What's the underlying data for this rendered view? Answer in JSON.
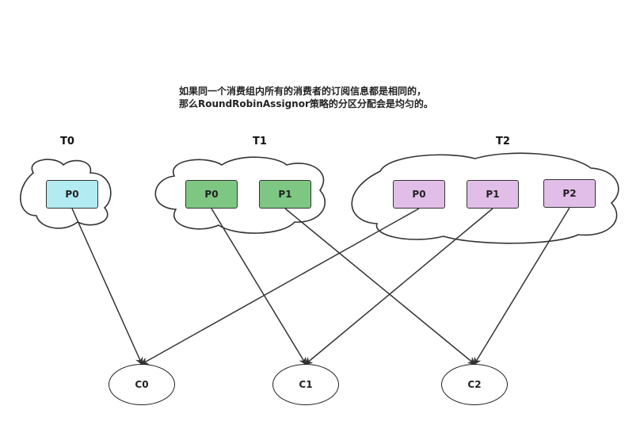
{
  "caption": {
    "line1": "如果同一个消费组内所有的消费者的订阅信息都是相同的，",
    "line2": "那么RoundRobinAssignor策略的分区分配会是均匀的。"
  },
  "topics": [
    {
      "id": "t0",
      "label": "T0"
    },
    {
      "id": "t1",
      "label": "T1"
    },
    {
      "id": "t2",
      "label": "T2"
    }
  ],
  "partitions": [
    {
      "id": "t0p0",
      "topic": "T0",
      "label": "P0",
      "color": "#b3ebf2"
    },
    {
      "id": "t1p0",
      "topic": "T1",
      "label": "P0",
      "color": "#7ec783"
    },
    {
      "id": "t1p1",
      "topic": "T1",
      "label": "P1",
      "color": "#7ec783"
    },
    {
      "id": "t2p0",
      "topic": "T2",
      "label": "P0",
      "color": "#e1bee7"
    },
    {
      "id": "t2p1",
      "topic": "T2",
      "label": "P1",
      "color": "#e1bee7"
    },
    {
      "id": "t2p2",
      "topic": "T2",
      "label": "P2",
      "color": "#e1bee7"
    }
  ],
  "consumers": [
    {
      "id": "c0",
      "label": "C0"
    },
    {
      "id": "c1",
      "label": "C1"
    },
    {
      "id": "c2",
      "label": "C2"
    }
  ],
  "assignments": [
    {
      "from": "t0p0",
      "to": "c0"
    },
    {
      "from": "t1p0",
      "to": "c1"
    },
    {
      "from": "t1p1",
      "to": "c2"
    },
    {
      "from": "t2p0",
      "to": "c0"
    },
    {
      "from": "t2p1",
      "to": "c1"
    },
    {
      "from": "t2p2",
      "to": "c2"
    }
  ]
}
